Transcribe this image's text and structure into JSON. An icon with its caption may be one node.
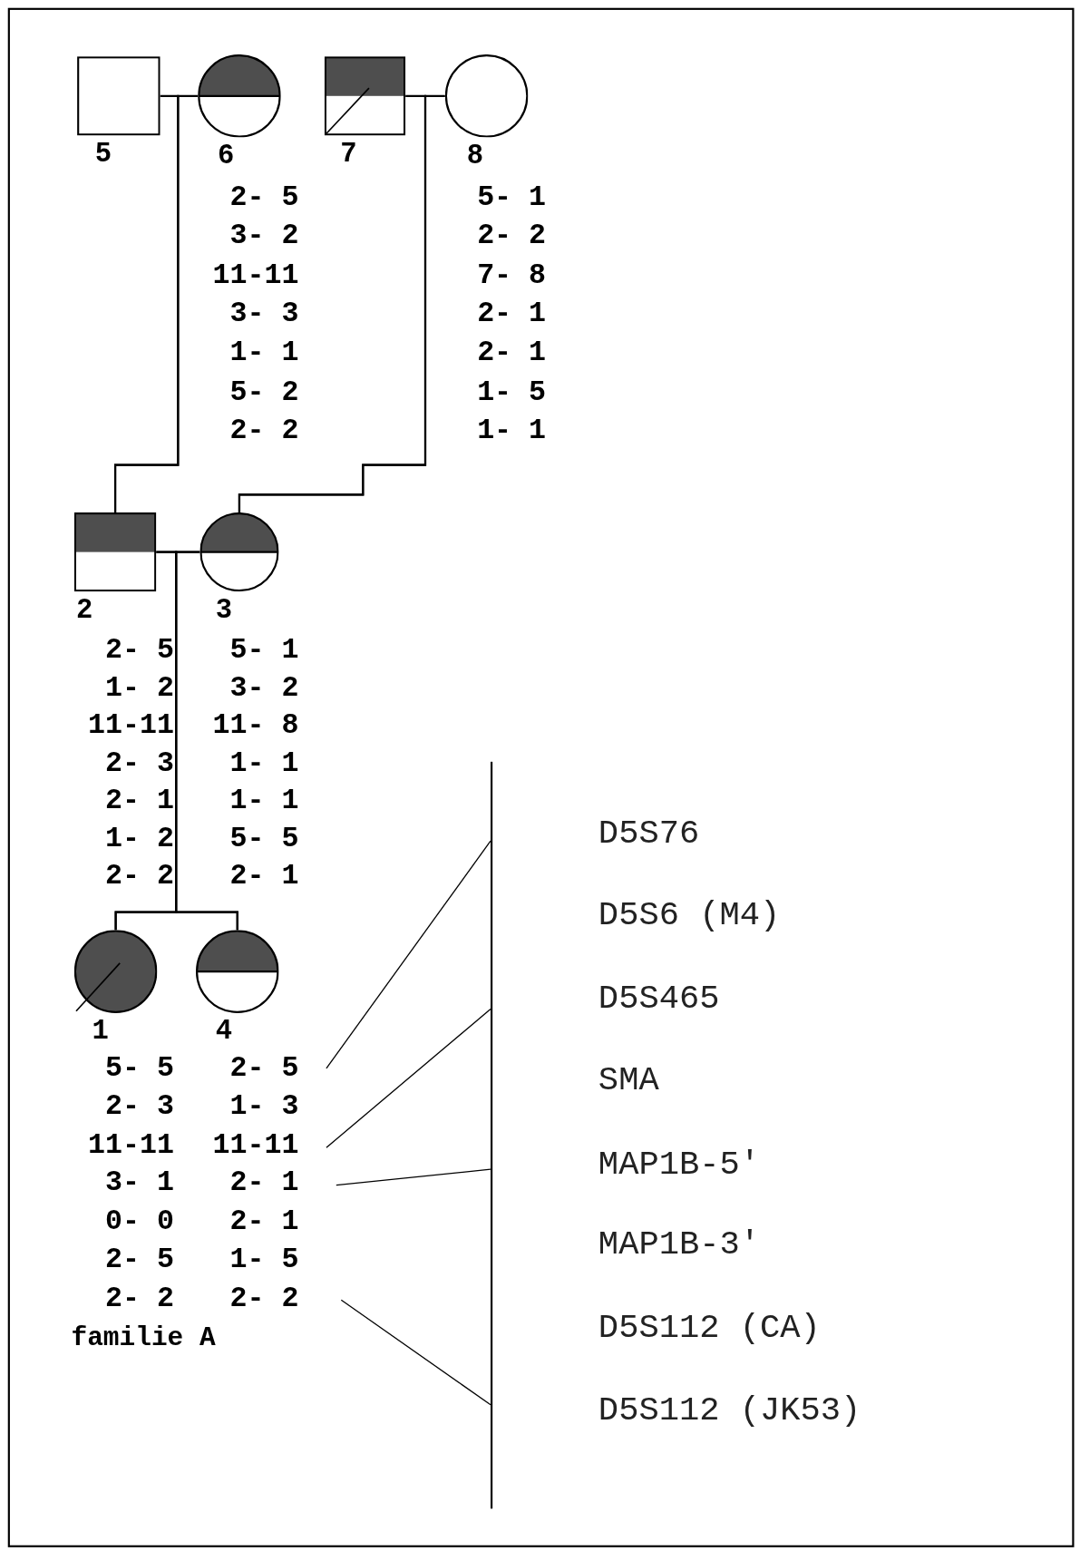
{
  "diagram": {
    "nodes": [
      {
        "text": [
          "5"
        ]
      },
      {
        "text": [
          "6"
        ],
        "beside": [
          "2- 5",
          "3- 2",
          "11-11",
          "3- 3",
          "1- 1",
          "5- 2",
          "2- 2"
        ]
      },
      {
        "text": [
          "7"
        ]
      },
      {
        "text": [
          "8"
        ],
        "beside": [
          "5- 1",
          "2- 2",
          "7- 8",
          "2- 1",
          "2- 1",
          "1- 5",
          "1- 1"
        ]
      },
      {
        "text": [
          "2"
        ],
        "beside": [
          "2- 5",
          "1- 2",
          "11-11",
          "2- 3",
          "2- 1",
          "1- 2",
          "2- 2"
        ]
      },
      {
        "text": [
          "3"
        ],
        "beside": [
          "5- 1",
          "3- 2",
          "11- 8",
          "1- 1",
          "1- 1",
          "5- 5",
          "2- 1"
        ]
      },
      {
        "text": [
          "1"
        ],
        "beside": [
          "5- 5",
          "2- 3",
          "11-11",
          "3- 1",
          "0- 0",
          "2- 5",
          "2- 2"
        ]
      },
      {
        "text": [
          "4"
        ],
        "beside": [
          "2- 5",
          "1- 3",
          "11-11",
          "2- 1",
          "2- 1",
          "1- 5",
          "2- 2"
        ]
      },
      {
        "text": [],
        "shape": "bar"
      }
    ],
    "edges": [
      {
        "from": 0,
        "to": 4,
        "arrow": "none"
      },
      {
        "from": 1,
        "to": 4,
        "arrow": "none"
      },
      {
        "from": 2,
        "to": 5,
        "arrow": "none"
      },
      {
        "from": 3,
        "to": 5,
        "arrow": "none"
      },
      {
        "from": 4,
        "to": 6,
        "arrow": "none"
      },
      {
        "from": 5,
        "to": 6,
        "arrow": "none"
      },
      {
        "from": 4,
        "to": 7,
        "arrow": "none"
      },
      {
        "from": 5,
        "to": 7,
        "arrow": "none"
      },
      {
        "from": null,
        "to": 8,
        "arrow": "none"
      },
      {
        "from": null,
        "to": 8,
        "arrow": "none"
      },
      {
        "from": null,
        "to": 8,
        "arrow": "none"
      },
      {
        "from": null,
        "to": 8,
        "arrow": "none"
      }
    ],
    "labels": [
      "D5S76",
      "D5S6 (M4)",
      "D5S465",
      "SMA",
      "MAP1B-5'",
      "MAP1B-3'",
      "D5S112 (CA)",
      "D5S112 (JK53)",
      "familie A"
    ]
  }
}
